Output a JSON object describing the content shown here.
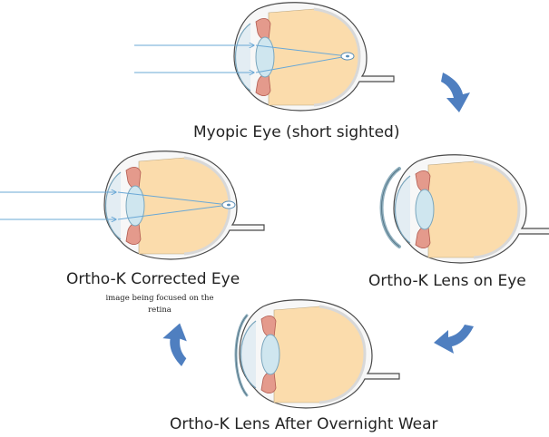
{
  "labels": {
    "myopic": "Myopic Eye (short sighted)",
    "lens_on_eye": "Ortho-K Lens on Eye",
    "after_wear": "Ortho-K Lens After Overnight Wear",
    "corrected": "Ortho-K Corrected Eye"
  },
  "note": {
    "line1": "image being focused on the",
    "line2": "retina"
  },
  "colors": {
    "vitreous": "#fbdcac",
    "sclera_outline": "#4a4a4a",
    "cornea_fill": "#e3edf3",
    "lens_fill": "#cfe6ef",
    "lens_stroke": "#7aa6bd",
    "iris": "#e49a8c",
    "light_ray": "#6aa8d6",
    "arrow": "#4f7fc0",
    "ortho_lens": "#8eaebd"
  },
  "icons": [
    "cycle-arrow-icon",
    "image-point-icon"
  ]
}
